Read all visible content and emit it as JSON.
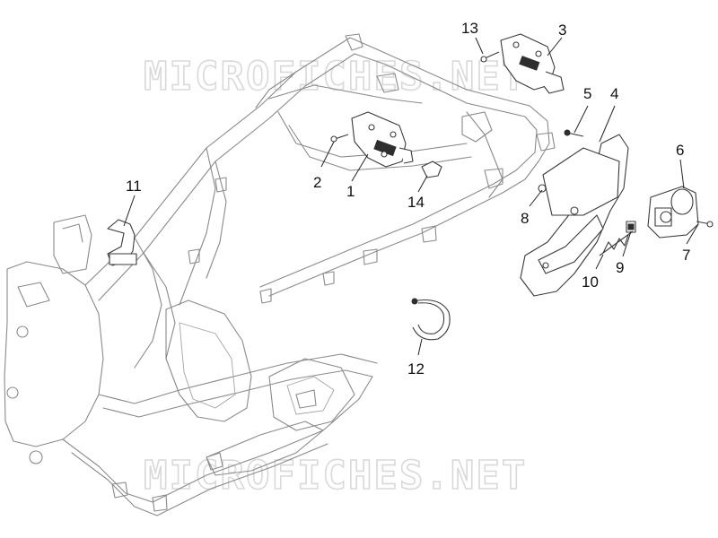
{
  "watermark": {
    "text": "MICROFICHES.NET"
  },
  "callouts": [
    {
      "id": "1",
      "label": "1"
    },
    {
      "id": "2",
      "label": "2"
    },
    {
      "id": "3",
      "label": "3"
    },
    {
      "id": "4",
      "label": "4"
    },
    {
      "id": "5",
      "label": "5"
    },
    {
      "id": "6",
      "label": "6"
    },
    {
      "id": "7",
      "label": "7"
    },
    {
      "id": "8",
      "label": "8"
    },
    {
      "id": "9",
      "label": "9"
    },
    {
      "id": "10",
      "label": "10"
    },
    {
      "id": "11",
      "label": "11"
    },
    {
      "id": "12",
      "label": "12"
    },
    {
      "id": "13",
      "label": "13"
    },
    {
      "id": "14",
      "label": "14"
    }
  ],
  "colors": {
    "frame_line": "#8a8a8a",
    "part_line": "#3a3a3a",
    "callout_text": "#111111",
    "watermark": "#d9d9d9"
  }
}
